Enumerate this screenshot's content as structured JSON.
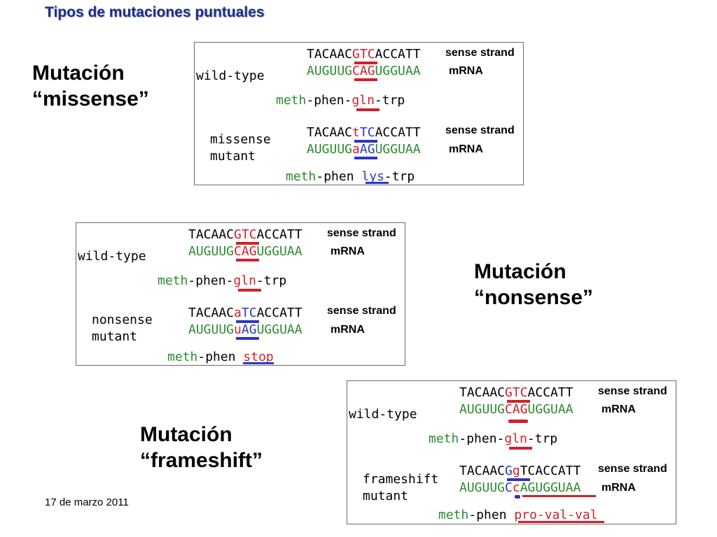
{
  "title": "Tipos de mutaciones puntuales",
  "date": "17 de marzo 2011",
  "colors": {
    "red": "#d2202a",
    "blue": "#2b37c4",
    "green": "#2c8a2e",
    "title": "#1f2f88"
  },
  "strand_labels": {
    "sense": "sense strand",
    "mrna": "mRNA"
  },
  "sections": [
    {
      "heading_line1": "Mutación",
      "heading_line2": "“missense”",
      "wt_label": "wild-type",
      "wt_sense": [
        "TACAAC",
        "GTC",
        "ACCATT"
      ],
      "wt_mrna": [
        "AUGUUG",
        "CAG",
        "UGGUAA"
      ],
      "wt_protein": [
        "meth",
        "-phen-",
        "gln",
        "-trp"
      ],
      "mut_label_line1": "missense",
      "mut_label_line2": "mutant",
      "mut_sense": [
        "TACAAC",
        "t",
        "TC",
        "ACCATT"
      ],
      "mut_mrna": [
        "AUGUUG",
        "a",
        "AG",
        "UGGUAA"
      ],
      "mut_protein": [
        "meth",
        "-phen ",
        "lys",
        "-trp"
      ]
    },
    {
      "heading_line1": "Mutación",
      "heading_line2": "“nonsense”",
      "wt_label": "wild-type",
      "wt_sense": [
        "TACAAC",
        "GTC",
        "ACCATT"
      ],
      "wt_mrna": [
        "AUGUUG",
        "CAG",
        "UGGUAA"
      ],
      "wt_protein": [
        "meth",
        "-phen-",
        "gln",
        "-trp"
      ],
      "mut_label_line1": "nonsense",
      "mut_label_line2": "mutant",
      "mut_sense": [
        "TACAAC",
        "a",
        "TC",
        "ACCATT"
      ],
      "mut_mrna": [
        "AUGUUG",
        "u",
        "AG",
        "UGGUAA"
      ],
      "mut_protein": [
        "meth",
        "-phen ",
        "stop",
        ""
      ]
    },
    {
      "heading_line1": "Mutación",
      "heading_line2": "“frameshift”",
      "wt_label": "wild-type",
      "wt_sense": [
        "TACAAC",
        "GTC",
        "ACCATT"
      ],
      "wt_mrna": [
        "AUGUUG",
        "CAG",
        "UGGUAA"
      ],
      "wt_protein": [
        "meth",
        "-phen-",
        "gln",
        "-trp"
      ],
      "mut_label_line1": "frameshift",
      "mut_label_line2": "mutant",
      "mut_sense": [
        "TACAAC",
        "G",
        "g",
        "TCACCATT"
      ],
      "mut_mrna": [
        "AUGUUG",
        "C",
        "c",
        "AGUGGUAA"
      ],
      "mut_protein": [
        "meth",
        "-phen ",
        "pro-val-val",
        ""
      ]
    }
  ]
}
